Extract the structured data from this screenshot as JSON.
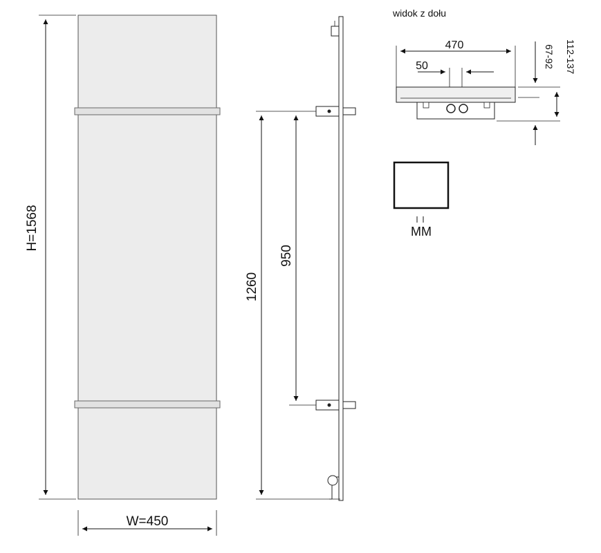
{
  "front_view": {
    "height_label": "H=1568",
    "width_label": "W=450"
  },
  "side_view": {
    "outer_dim_label": "1260",
    "inner_dim_label": "950"
  },
  "bottom_view": {
    "title": "widok z dołu",
    "width_label": "470",
    "offset_label": "50",
    "depth_label_a": "67-92",
    "depth_label_b": "112-137"
  },
  "icon": {
    "label": "MM"
  },
  "colors": {
    "panel_fill": "#ececec",
    "line": "#111111"
  }
}
